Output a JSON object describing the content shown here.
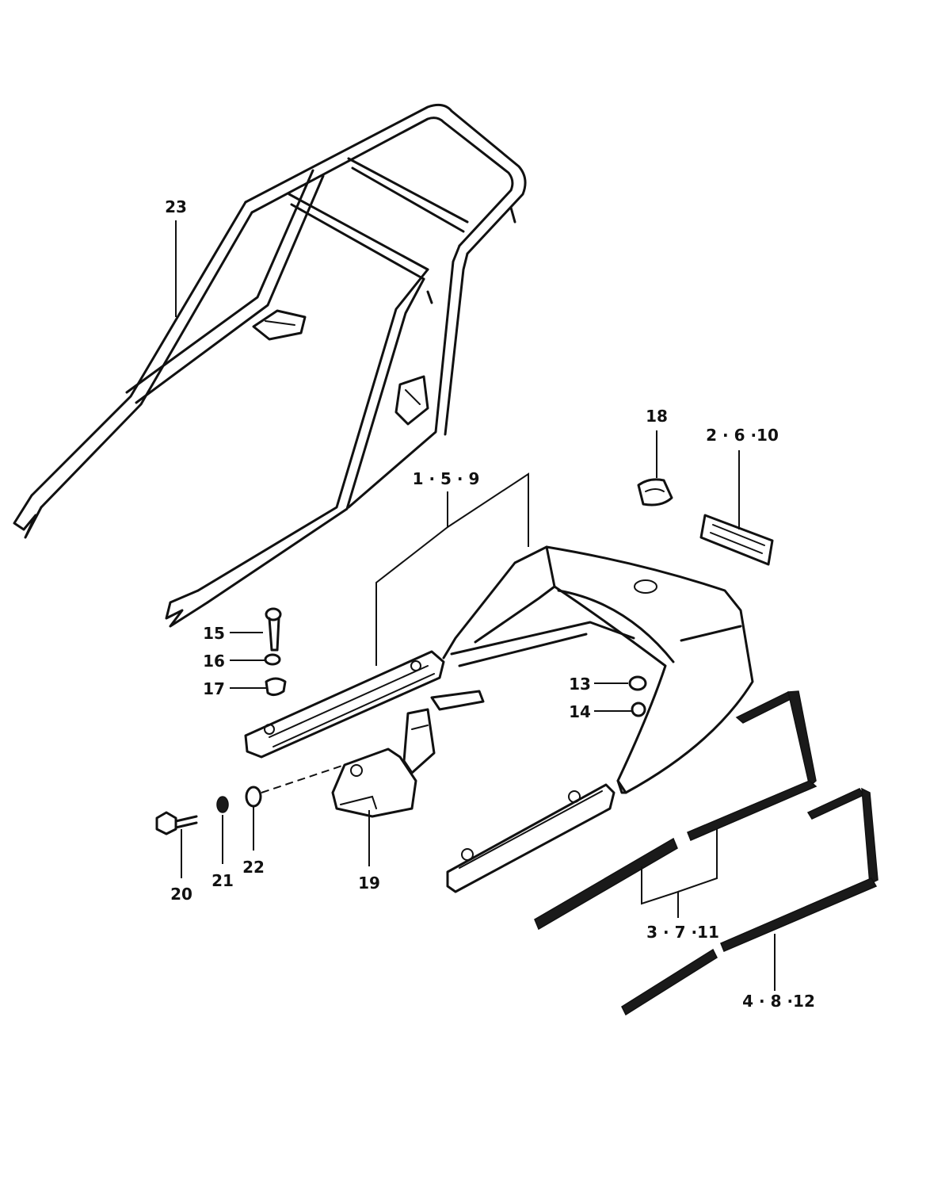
{
  "callouts": {
    "c23": "23",
    "c18": "18",
    "c2_6_10": "2 · 6 ·10",
    "c1_5_9": "1 · 5 · 9",
    "c15": "15",
    "c16": "16",
    "c17": "17",
    "c13": "13",
    "c14": "14",
    "c20": "20",
    "c21": "21",
    "c22": "22",
    "c19": "19",
    "c3_7_11": "3 · 7 ·11",
    "c4_8_12": "4 · 8 ·12"
  },
  "colors": {
    "ink": "#111111",
    "paper": "#ffffff"
  }
}
